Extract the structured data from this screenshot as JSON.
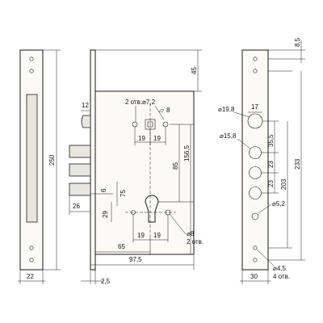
{
  "front_plate": {
    "height": "250",
    "width": "22"
  },
  "lock_case": {
    "backset_depth": "45",
    "spindle_hole_note": "2 отв.⌀7,2",
    "square_spindle": "8",
    "spindle_spacing_left": "19",
    "spindle_spacing_right": "19",
    "deadbolt_latch_offset": "12",
    "dimension_85": "85",
    "dimension_156_5": "156,5",
    "bolt_projection": "26",
    "dimension_6": "6",
    "dimension_75": "75",
    "dimension_29": "29",
    "cylinder_pin_spacing_left": "19",
    "cylinder_pin_spacing_right": "19",
    "mount_hole_dia": "⌀8",
    "mount_hole_note": "2 отв.",
    "backset": "65",
    "case_width": "97,5",
    "case_thickness": "2,5"
  },
  "side_plate": {
    "top_offset": "8,5",
    "hole_1_dia": "⌀19,8",
    "hole_1_width": "17",
    "hole_2_dia": "⌀15,8",
    "spacing_35_5": "35,5",
    "spacing_23_a": "23",
    "spacing_23_b": "23",
    "spacing_203": "203",
    "overall_233": "233",
    "hole_small_dia": "⌀5,2",
    "screw_hole_dia": "⌀4,5",
    "screw_hole_note": "4 отв.",
    "plate_width": "30"
  }
}
